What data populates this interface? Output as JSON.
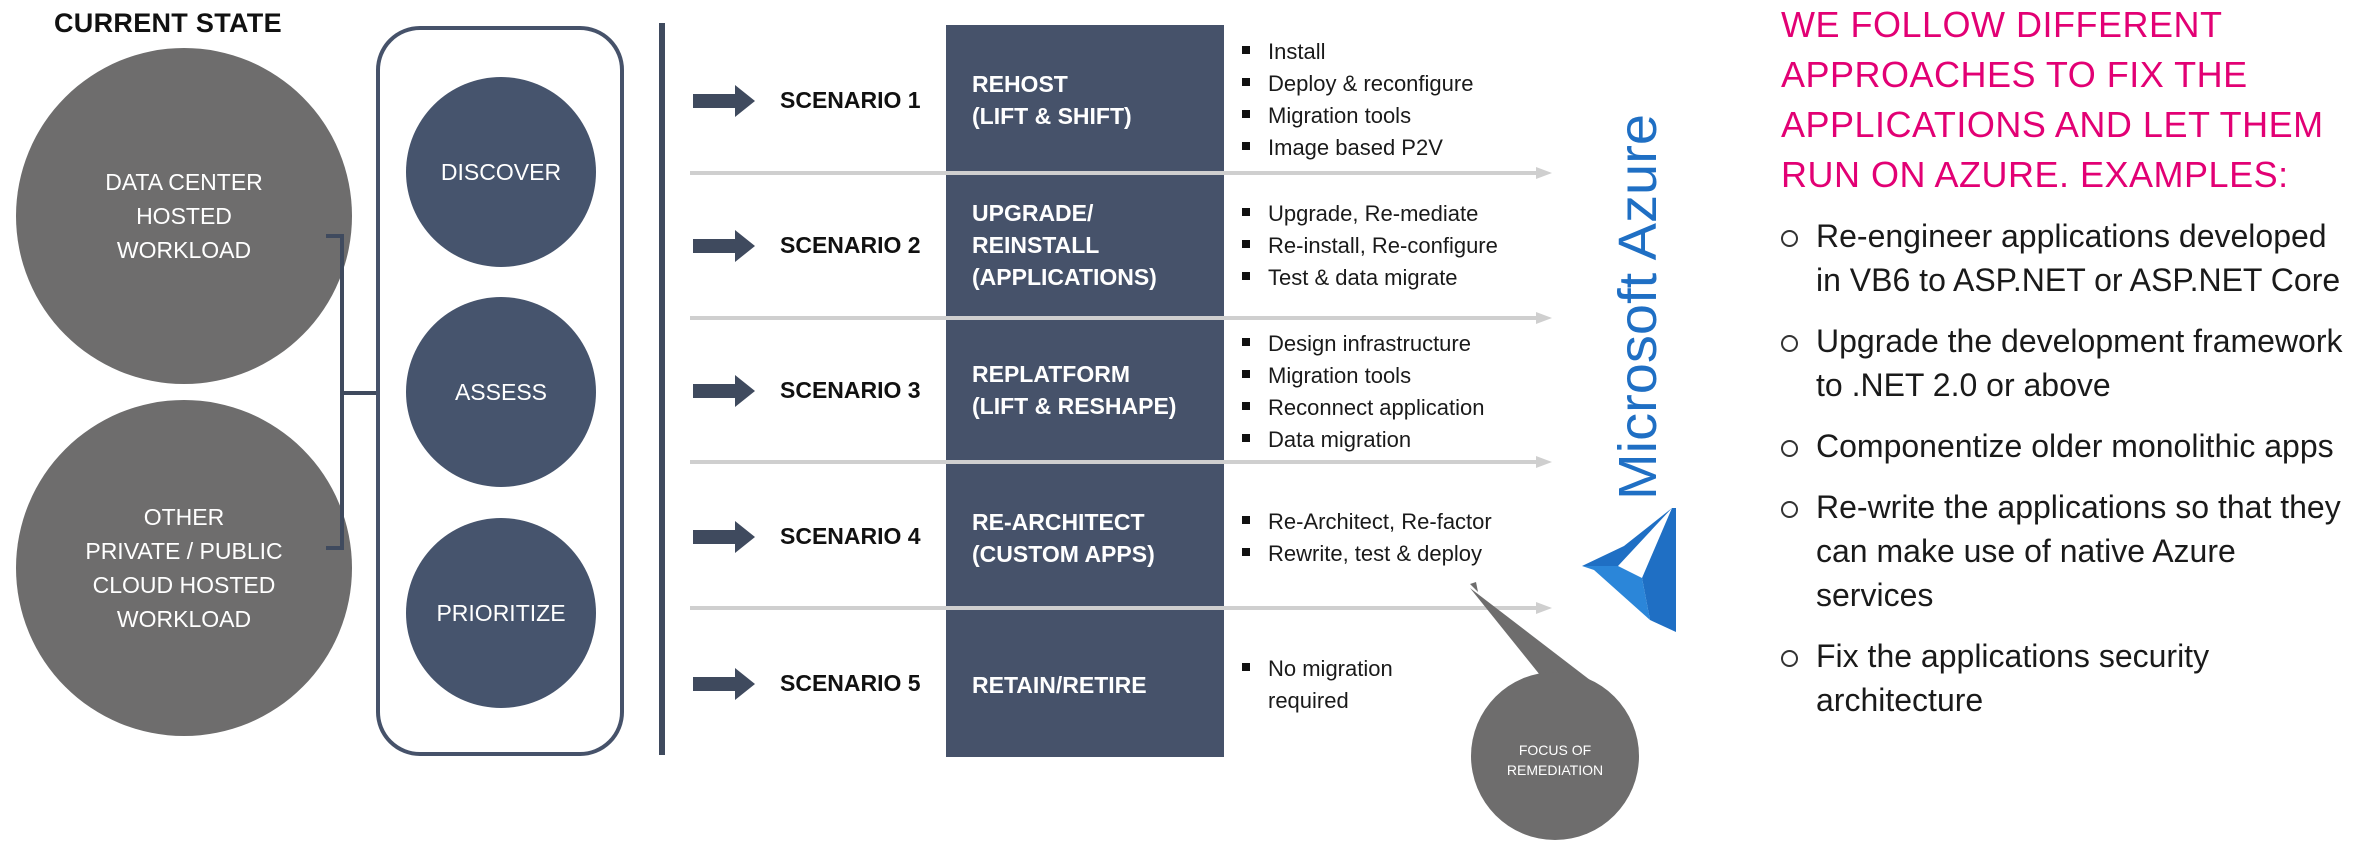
{
  "current_state_label": "CURRENT STATE",
  "sources": [
    {
      "lines": [
        "DATA CENTER",
        "HOSTED",
        "WORKLOAD"
      ]
    },
    {
      "lines": [
        "OTHER",
        "PRIVATE / PUBLIC",
        "CLOUD HOSTED",
        "WORKLOAD"
      ]
    }
  ],
  "phases": [
    "DISCOVER",
    "ASSESS",
    "PRIORITIZE"
  ],
  "scenarios": [
    {
      "label": "SCENARIO 1",
      "title": [
        "REHOST",
        "(LIFT & SHIFT)"
      ],
      "bullets": [
        "Install",
        "Deploy & reconfigure",
        "Migration tools",
        "Image based P2V"
      ]
    },
    {
      "label": "SCENARIO 2",
      "title": [
        "UPGRADE/",
        "REINSTALL",
        "(APPLICATIONS)"
      ],
      "bullets": [
        "Upgrade, Re-mediate",
        "Re-install, Re-configure",
        "Test & data migrate"
      ]
    },
    {
      "label": "SCENARIO 3",
      "title": [
        "REPLATFORM",
        "(LIFT & RESHAPE)"
      ],
      "bullets": [
        "Design infrastructure",
        "Migration tools",
        "Reconnect application",
        "Data migration"
      ]
    },
    {
      "label": "SCENARIO 4",
      "title": [
        "RE-ARCHITECT",
        "(CUSTOM APPS)"
      ],
      "bullets": [
        "Re-Architect, Re-factor",
        "Rewrite, test & deploy"
      ]
    },
    {
      "label": "SCENARIO 5",
      "title": [
        "RETAIN/RETIRE"
      ],
      "bullets": [
        "No migration",
        "required"
      ]
    }
  ],
  "target_label": "Microsoft Azure",
  "focus_callout": [
    "FOCUS OF",
    "REMEDIATION"
  ],
  "approach_title": [
    "WE FOLLOW DIFFERENT",
    "APPROACHES TO FIX THE",
    "APPLICATIONS AND LET THEM",
    "RUN ON AZURE. EXAMPLES:"
  ],
  "examples": [
    "Re-engineer applications developed in VB6 to ASP.NET or ASP.NET Core",
    "Upgrade the development framework to .NET 2.0 or above",
    "Componentize older monolithic apps",
    "Re-write the applications so that they can make use of native Azure services",
    "Fix the applications security architecture"
  ],
  "colors": {
    "accent": "#e20074",
    "navy": "#46526a",
    "gray": "#6e6d6d",
    "arrow": "#3f4a5e",
    "separator": "#cfcfcf",
    "azure_blue": "#1f6fc4"
  },
  "icons": [
    "arrow-right-icon",
    "azure-logo-icon",
    "bullet-square-icon",
    "ring-bullet-icon"
  ]
}
